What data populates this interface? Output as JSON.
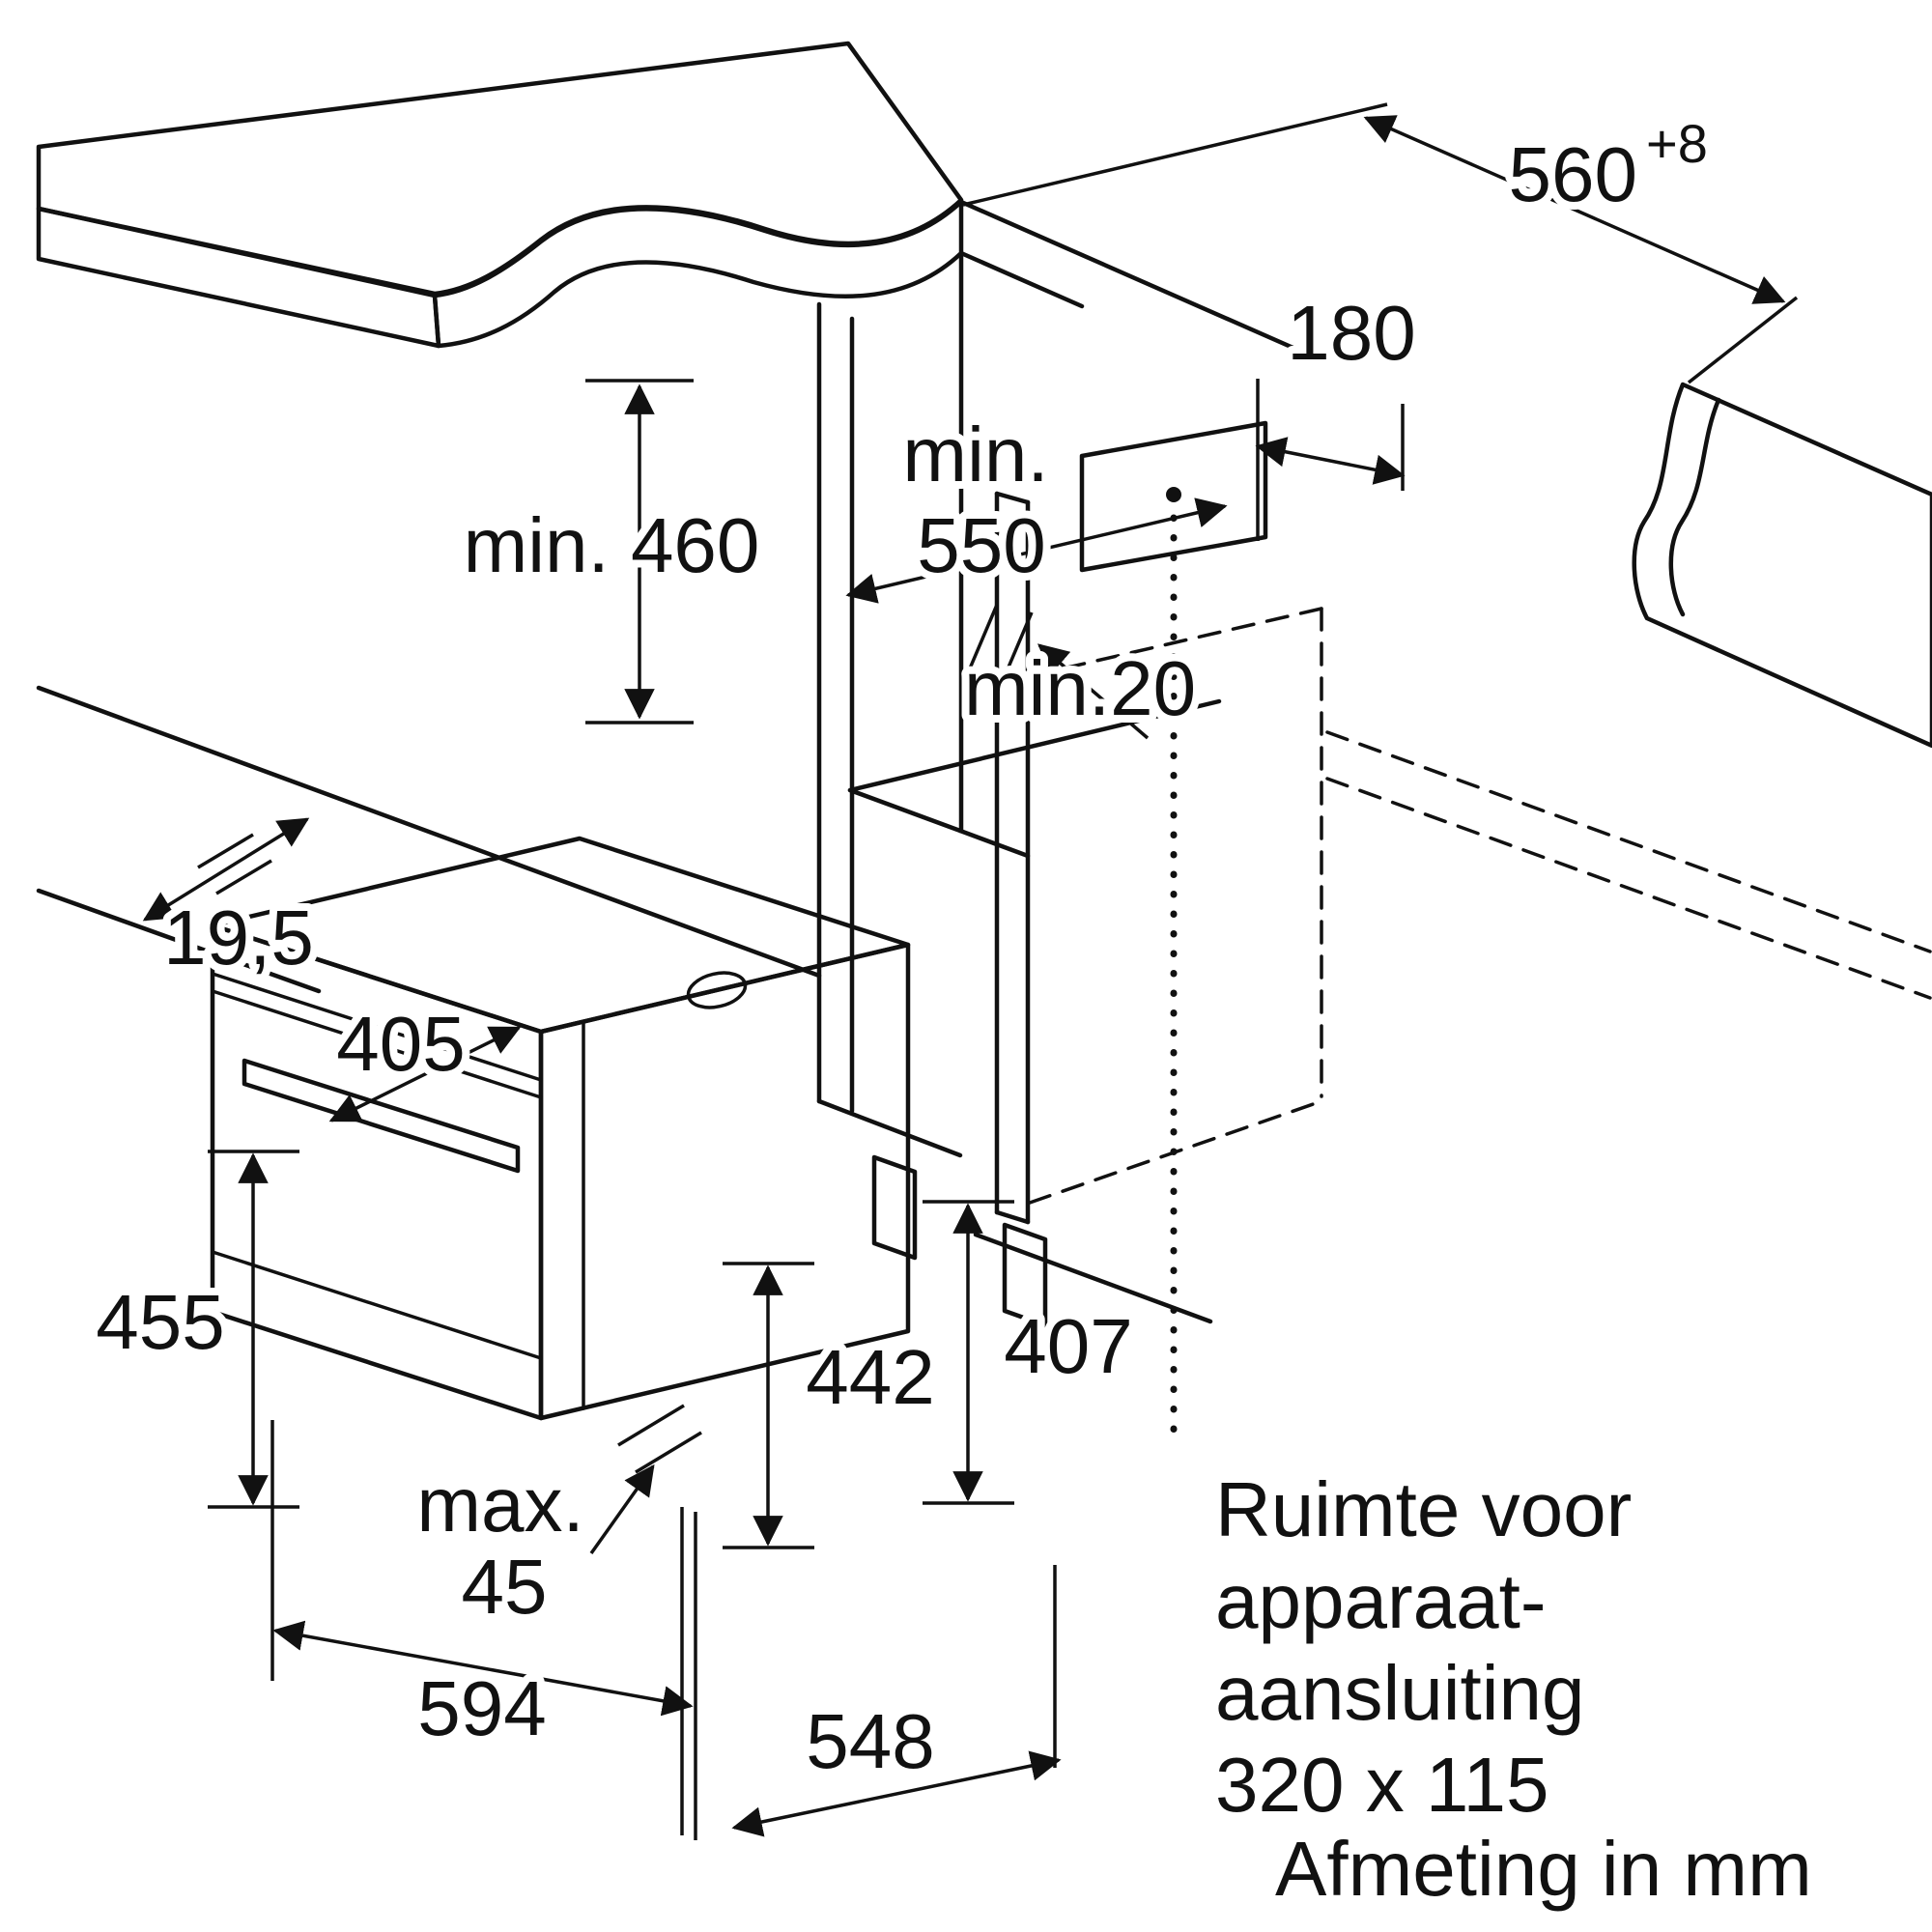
{
  "diagram": {
    "dimensions": {
      "niche_width": {
        "value": "560",
        "tolerance": "+8"
      },
      "connection_offset": "180",
      "depth_min_prefix": "min.",
      "depth_min_value": "550",
      "height_min": "min. 460",
      "rear_gap_min": "min.20",
      "front_frame_gap": "19,5",
      "top_depth": "405",
      "appliance_height": "455",
      "body_height": "442",
      "rear_height": "407",
      "handle_prefix": "max.",
      "handle_value": "45",
      "appliance_width": "594",
      "body_depth": "548"
    },
    "notes": {
      "connection_line1": "Ruimte voor",
      "connection_line2": "apparaat-",
      "connection_line3": "aansluiting",
      "connection_line4": "320 x 115",
      "units": "Afmeting in mm"
    },
    "colors": {
      "line": "#111111",
      "surface": "#ececec",
      "surface_edge": "#d7d7d7"
    }
  }
}
